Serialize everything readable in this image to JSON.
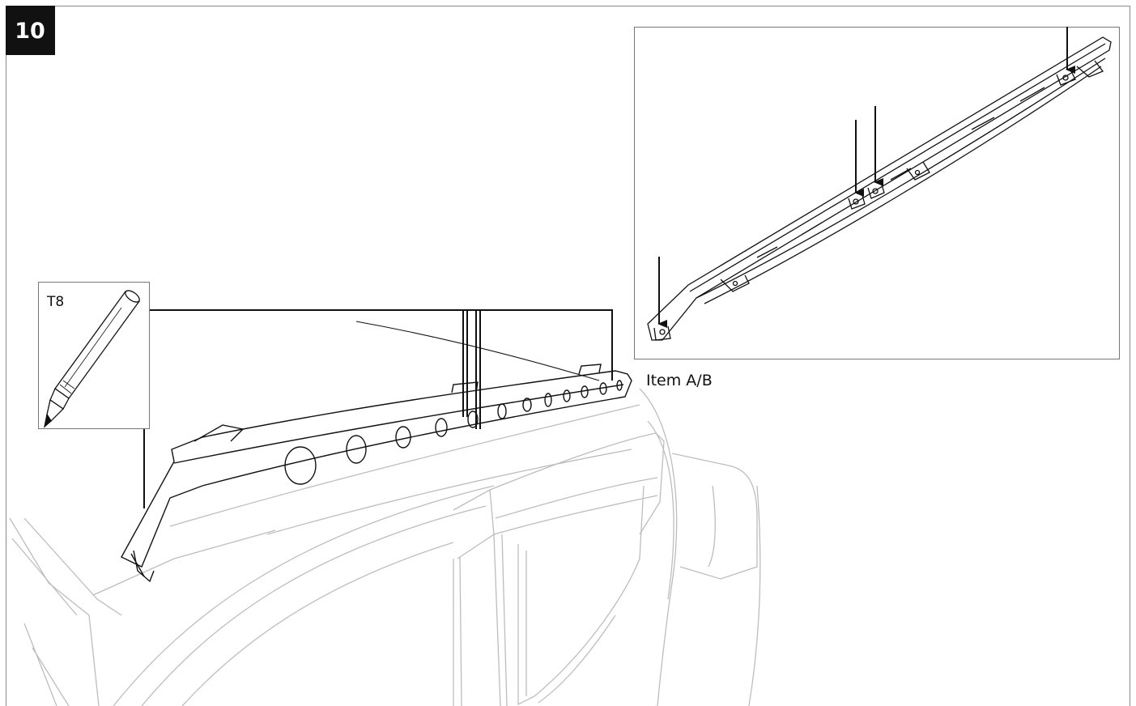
{
  "step": {
    "number": "10"
  },
  "tool": {
    "label": "T8",
    "icon": "marker-pen-icon"
  },
  "part": {
    "label": "Item A/B"
  },
  "colors": {
    "line": "#111111",
    "light_line": "#bdbdbd",
    "frame": "#777777",
    "badge": "#111111",
    "background": "#ffffff"
  }
}
